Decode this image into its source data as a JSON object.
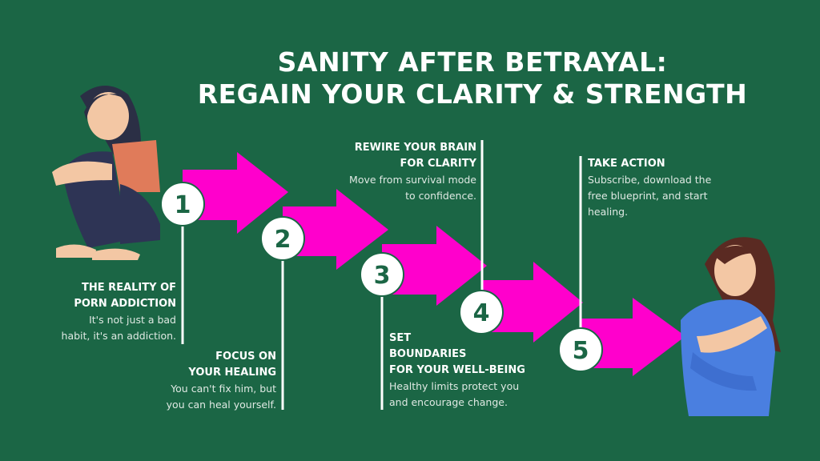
{
  "title": {
    "line1": "SANITY AFTER BETRAYAL:",
    "line2": "REGAIN YOUR CLARITY & STRENGTH"
  },
  "colors": {
    "background": "#1b6645",
    "arrow": "#ff00cc",
    "line": "#ffffff"
  },
  "steps": [
    {
      "number": "1",
      "heading1": "THE REALITY OF",
      "heading2": "PORN ADDICTION",
      "desc1": "It's not just a bad",
      "desc2": "habit, it's an addiction."
    },
    {
      "number": "2",
      "heading1": "FOCUS ON",
      "heading2": "YOUR HEALING",
      "desc1": "You can't fix him, but",
      "desc2": "you can heal yourself."
    },
    {
      "number": "3",
      "heading1": "SET",
      "heading2": "BOUNDARIES",
      "heading3": "FOR YOUR WELL-BEING",
      "desc1": "Healthy limits protect you",
      "desc2": "and encourage change."
    },
    {
      "number": "4",
      "heading1": "REWIRE YOUR BRAIN",
      "heading2": "FOR CLARITY",
      "desc1": "Move from survival mode",
      "desc2": "to confidence."
    },
    {
      "number": "5",
      "heading1": "TAKE ACTION",
      "desc1": "Subscribe, download the",
      "desc2": "free blueprint, and start",
      "desc3": "healing."
    }
  ]
}
